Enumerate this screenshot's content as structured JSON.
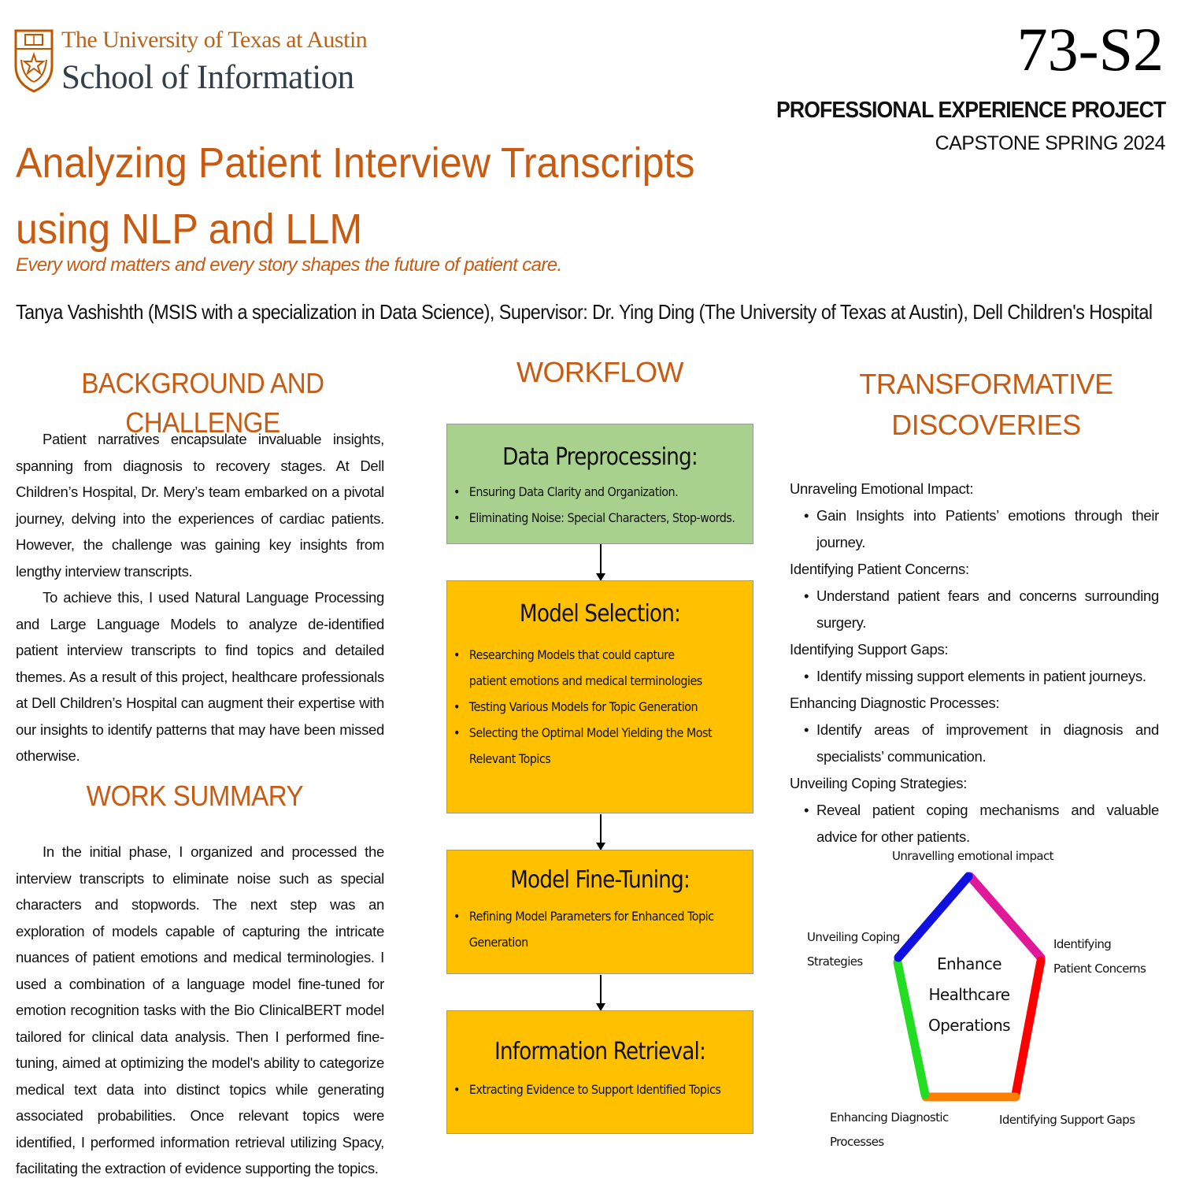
{
  "header": {
    "logo": {
      "line1": "The University of Texas at Austin",
      "line2": "School of Information",
      "brand_color": "#bf5700"
    },
    "poster_code": "73-S2",
    "program": "PROFESSIONAL EXPERIENCE PROJECT",
    "term": "CAPSTONE SPRING 2024",
    "title_line1": "Analyzing Patient Interview Transcripts",
    "title_line2": "using NLP and LLM",
    "tagline": "Every word matters and every story shapes the future of patient care.",
    "authors": "Tanya Vashishth (MSIS with a specialization in Data Science), Supervisor: Dr. Ying Ding (The University of Texas at Austin), Dell Children's Hospital"
  },
  "background": {
    "heading": "BACKGROUND AND CHALLENGE",
    "p1": "Patient narratives encapsulate invaluable insights, spanning from diagnosis to recovery stages. At Dell Children’s Hospital, Dr. Mery’s team embarked on a pivotal journey, delving into the experiences of cardiac patients. However, the challenge was gaining key insights from lengthy interview transcripts.",
    "p2": "To achieve this, I used Natural Language Processing and Large Language Models to analyze de-identified patient interview transcripts to find topics and detailed themes. As a result of this project, healthcare professionals at Dell Children’s Hospital can augment their expertise with our insights to identify patterns that may have been missed otherwise."
  },
  "summary": {
    "heading": "WORK SUMMARY",
    "p1": "In the initial phase, I organized and processed the interview transcripts to eliminate noise such as special characters and stopwords. The next step was an exploration of models capable of capturing the intricate nuances of patient emotions and medical terminologies. I used a combination of a language model fine-tuned for emotion recognition tasks with the Bio ClinicalBERT model tailored for clinical data analysis. Then I performed fine-tuning, aimed at optimizing the model's ability to categorize medical text data into distinct topics while generating associated probabilities. Once relevant topics were identified, I performed information retrieval utilizing Spacy, facilitating the extraction of evidence supporting the topics."
  },
  "workflow": {
    "heading": "WORKFLOW",
    "steps": [
      {
        "title": "Data Preprocessing:",
        "color": "#a9d18e",
        "items": [
          "Ensuring Data Clarity and Organization.",
          "Eliminating Noise: Special Characters, Stop-words."
        ]
      },
      {
        "title": "Model Selection:",
        "color": "#ffc000",
        "items": [
          "Researching Models that could capture patient emotions and medical terminologies",
          "Testing Various Models for Topic Generation",
          "Selecting the Optimal Model Yielding the Most Relevant Topics"
        ]
      },
      {
        "title": "Model Fine-Tuning:",
        "color": "#ffc000",
        "items": [
          "Refining Model Parameters for Enhanced Topic Generation"
        ]
      },
      {
        "title": "Information Retrieval:",
        "color": "#ffc000",
        "items": [
          "Extracting Evidence to Support Identified Topics"
        ]
      }
    ]
  },
  "discoveries": {
    "heading_line1": "TRANSFORMATIVE",
    "heading_line2": "DISCOVERIES",
    "items": [
      {
        "label": "Unraveling Emotional Impact:",
        "detail": "Gain Insights into Patients’ emotions through their journey."
      },
      {
        "label": "Identifying Patient Concerns:",
        "detail": "Understand patient fears and concerns surrounding surgery."
      },
      {
        "label": "Identifying Support Gaps:",
        "detail": "Identify missing support elements in patient journeys."
      },
      {
        "label": "Enhancing Diagnostic Processes:",
        "detail": "Identify areas of improvement in diagnosis and specialists’ communication."
      },
      {
        "label": "Unveiling Coping Strategies:",
        "detail": "Reveal patient coping mechanisms and valuable advice for other patients."
      }
    ]
  },
  "pentagon": {
    "center_line1": "Enhance",
    "center_line2": "Healthcare",
    "center_line3": "Operations",
    "top": "Unravelling emotional impact",
    "right_line1": "Identifying",
    "right_line2": "Patient Concerns",
    "bottom_right": "Identifying Support Gaps",
    "bottom_left_line1": "Enhancing Diagnostic",
    "bottom_left_line2": "Processes",
    "left_line1": "Unveiling Coping",
    "left_line2": "Strategies",
    "edge_colors": [
      "#e0189a",
      "#ff0000",
      "#ff7f00",
      "#22dd22",
      "#1010e0"
    ]
  }
}
